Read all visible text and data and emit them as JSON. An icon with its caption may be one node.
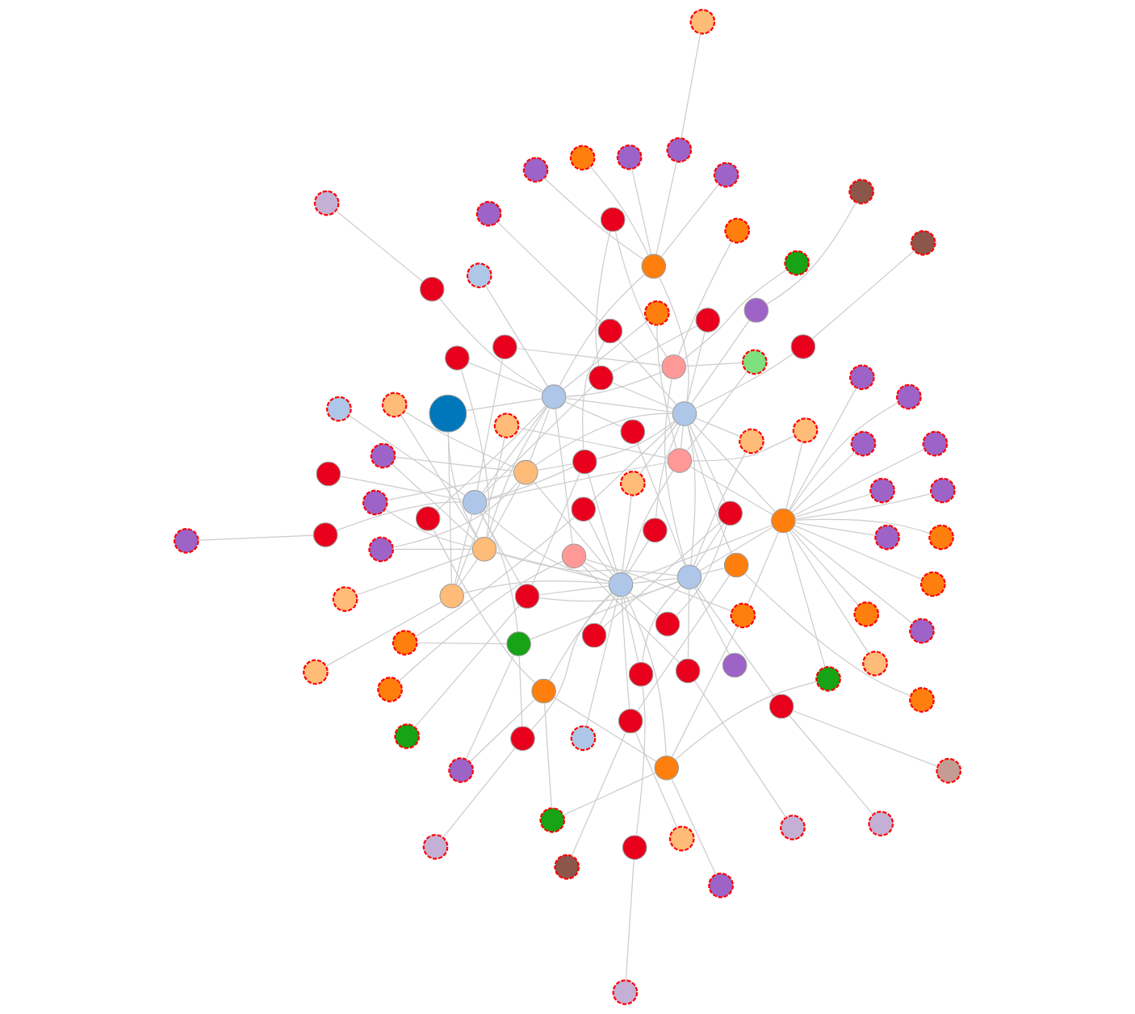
{
  "diagram": {
    "nodes": [
      {
        "text": [],
        "shape": "circle"
      },
      {
        "text": [],
        "shape": "circle"
      },
      {
        "text": [],
        "shape": "circle"
      },
      {
        "text": [],
        "shape": "circle"
      },
      {
        "text": [],
        "shape": "circle"
      },
      {
        "text": [],
        "shape": "circle"
      },
      {
        "text": [],
        "shape": "circle"
      },
      {
        "text": [],
        "shape": "circle"
      },
      {
        "text": [],
        "shape": "circle"
      },
      {
        "text": [],
        "shape": "circle"
      },
      {
        "text": [],
        "shape": "circle"
      },
      {
        "text": [],
        "shape": "circle"
      },
      {
        "text": [],
        "shape": "circle"
      },
      {
        "text": [],
        "shape": "circle"
      },
      {
        "text": [],
        "shape": "circle"
      },
      {
        "text": [],
        "shape": "circle"
      },
      {
        "text": [],
        "shape": "circle"
      },
      {
        "text": [],
        "shape": "circle"
      },
      {
        "text": [],
        "shape": "circle"
      },
      {
        "text": [],
        "shape": "circle"
      },
      {
        "text": [],
        "shape": "circle"
      },
      {
        "text": [],
        "shape": "circle"
      },
      {
        "text": [],
        "shape": "circle"
      },
      {
        "text": [],
        "shape": "circle"
      },
      {
        "text": [],
        "shape": "circle"
      },
      {
        "text": [],
        "shape": "circle"
      },
      {
        "text": [],
        "shape": "circle"
      },
      {
        "text": [],
        "shape": "circle"
      },
      {
        "text": [],
        "shape": "circle"
      },
      {
        "text": [],
        "shape": "circle"
      },
      {
        "text": [],
        "shape": "circle"
      },
      {
        "text": [],
        "shape": "circle"
      },
      {
        "text": [],
        "shape": "circle"
      },
      {
        "text": [],
        "shape": "circle"
      },
      {
        "text": [],
        "shape": "circle"
      },
      {
        "text": [],
        "shape": "circle"
      },
      {
        "text": [],
        "shape": "circle"
      },
      {
        "text": [],
        "shape": "circle"
      },
      {
        "text": [],
        "shape": "circle"
      },
      {
        "text": [],
        "shape": "circle"
      },
      {
        "text": [],
        "shape": "circle"
      },
      {
        "text": [],
        "shape": "circle"
      },
      {
        "text": [],
        "shape": "circle"
      },
      {
        "text": [],
        "shape": "circle"
      },
      {
        "text": [],
        "shape": "circle"
      },
      {
        "text": [],
        "shape": "circle"
      },
      {
        "text": [],
        "shape": "circle"
      },
      {
        "text": [],
        "shape": "circle"
      },
      {
        "text": [],
        "shape": "circle"
      },
      {
        "text": [],
        "shape": "circle"
      },
      {
        "text": [],
        "shape": "circle"
      },
      {
        "text": [],
        "shape": "circle"
      },
      {
        "text": [],
        "shape": "circle"
      },
      {
        "text": [],
        "shape": "circle"
      },
      {
        "text": [],
        "shape": "circle"
      },
      {
        "text": [],
        "shape": "circle"
      },
      {
        "text": [],
        "shape": "circle"
      },
      {
        "text": [],
        "shape": "circle"
      },
      {
        "text": [],
        "shape": "circle"
      },
      {
        "text": [],
        "shape": "circle"
      },
      {
        "text": [],
        "shape": "circle"
      },
      {
        "text": [],
        "shape": "circle"
      },
      {
        "text": [],
        "shape": "circle"
      },
      {
        "text": [],
        "shape": "circle"
      },
      {
        "text": [],
        "shape": "circle"
      },
      {
        "text": [],
        "shape": "circle"
      },
      {
        "text": [],
        "shape": "circle"
      },
      {
        "text": [],
        "shape": "circle"
      },
      {
        "text": [],
        "shape": "circle"
      },
      {
        "text": [],
        "shape": "circle"
      },
      {
        "text": [],
        "shape": "circle"
      },
      {
        "text": [],
        "shape": "circle"
      },
      {
        "text": [],
        "shape": "circle"
      },
      {
        "text": [],
        "shape": "circle"
      },
      {
        "text": [],
        "shape": "circle"
      },
      {
        "text": [],
        "shape": "circle"
      },
      {
        "text": [],
        "shape": "circle"
      },
      {
        "text": [],
        "shape": "circle"
      },
      {
        "text": [],
        "shape": "circle"
      },
      {
        "text": [],
        "shape": "circle"
      },
      {
        "text": [],
        "shape": "circle"
      },
      {
        "text": [],
        "shape": "circle"
      },
      {
        "text": [],
        "shape": "circle"
      },
      {
        "text": [],
        "shape": "circle"
      },
      {
        "text": [],
        "shape": "circle"
      },
      {
        "text": [],
        "shape": "circle"
      },
      {
        "text": [],
        "shape": "circle"
      },
      {
        "text": [],
        "shape": "circle"
      },
      {
        "text": [],
        "shape": "circle"
      },
      {
        "text": [],
        "shape": "circle"
      },
      {
        "text": [],
        "shape": "circle"
      },
      {
        "text": [],
        "shape": "circle"
      },
      {
        "text": [],
        "shape": "circle"
      },
      {
        "text": [],
        "shape": "circle"
      },
      {
        "text": [],
        "shape": "circle"
      },
      {
        "text": [],
        "shape": "circle"
      },
      {
        "text": [],
        "shape": "circle"
      },
      {
        "text": [],
        "shape": "circle"
      },
      {
        "text": [],
        "shape": "circle"
      },
      {
        "text": [],
        "shape": "circle"
      },
      {
        "text": [],
        "shape": "circle"
      }
    ],
    "edges": [
      {
        "from": 0,
        "to": 13,
        "arrow": "none"
      },
      {
        "from": 2,
        "to": 9,
        "arrow": "none"
      },
      {
        "from": 1,
        "to": 10,
        "arrow": "none"
      },
      {
        "from": 3,
        "to": 12,
        "arrow": "none"
      },
      {
        "from": 3,
        "to": 19,
        "arrow": "none"
      },
      {
        "from": 4,
        "to": 44,
        "arrow": "none"
      },
      {
        "from": 5,
        "to": 12,
        "arrow": "none"
      },
      {
        "from": 5,
        "to": 26,
        "arrow": "none"
      },
      {
        "from": 6,
        "to": 10,
        "arrow": "none"
      },
      {
        "from": 6,
        "to": 44,
        "arrow": "none"
      },
      {
        "from": 6,
        "to": 13,
        "arrow": "none"
      },
      {
        "from": 7,
        "to": 44,
        "arrow": "none"
      },
      {
        "from": 8,
        "to": 27,
        "arrow": "none"
      },
      {
        "from": 11,
        "to": 35,
        "arrow": "none"
      },
      {
        "from": 15,
        "to": 44,
        "arrow": "none"
      },
      {
        "from": 16,
        "to": 10,
        "arrow": "none"
      },
      {
        "from": 16,
        "to": 19,
        "arrow": "none"
      },
      {
        "from": 20,
        "to": 10,
        "arrow": "none"
      },
      {
        "from": 20,
        "to": 44,
        "arrow": "none"
      },
      {
        "from": 23,
        "to": 44,
        "arrow": "none"
      },
      {
        "from": 24,
        "to": 42,
        "arrow": "none"
      },
      {
        "from": 25,
        "to": 45,
        "arrow": "none"
      },
      {
        "from": 29,
        "to": 47,
        "arrow": "none"
      },
      {
        "from": 31,
        "to": 35,
        "arrow": "none"
      },
      {
        "from": 32,
        "to": 44,
        "arrow": "none"
      },
      {
        "from": 33,
        "to": 44,
        "arrow": "none"
      },
      {
        "from": 40,
        "to": 44,
        "arrow": "none"
      },
      {
        "from": 41,
        "to": 45,
        "arrow": "none"
      },
      {
        "from": 48,
        "to": 44,
        "arrow": "none"
      },
      {
        "from": 49,
        "to": 55,
        "arrow": "none"
      },
      {
        "from": 52,
        "to": 44,
        "arrow": "none"
      },
      {
        "from": 53,
        "to": 28,
        "arrow": "none"
      },
      {
        "from": 53,
        "to": 60,
        "arrow": "none"
      },
      {
        "from": 54,
        "to": 60,
        "arrow": "none"
      },
      {
        "from": 54,
        "to": 36,
        "arrow": "none"
      },
      {
        "from": 56,
        "to": 36,
        "arrow": "none"
      },
      {
        "from": 57,
        "to": 62,
        "arrow": "none"
      },
      {
        "from": 61,
        "to": 76,
        "arrow": "none"
      },
      {
        "from": 58,
        "to": 51,
        "arrow": "none"
      },
      {
        "from": 64,
        "to": 44,
        "arrow": "none"
      },
      {
        "from": 67,
        "to": 59,
        "arrow": "none"
      },
      {
        "from": 68,
        "to": 44,
        "arrow": "none"
      },
      {
        "from": 68,
        "to": 80,
        "arrow": "none"
      },
      {
        "from": 69,
        "to": 47,
        "arrow": "none"
      },
      {
        "from": 71,
        "to": 44,
        "arrow": "none"
      },
      {
        "from": 72,
        "to": 44,
        "arrow": "none"
      },
      {
        "from": 73,
        "to": 63,
        "arrow": "none"
      },
      {
        "from": 77,
        "to": 50,
        "arrow": "none"
      },
      {
        "from": 79,
        "to": 65,
        "arrow": "none"
      },
      {
        "from": 81,
        "to": 50,
        "arrow": "none"
      },
      {
        "from": 82,
        "to": 50,
        "arrow": "none"
      },
      {
        "from": 84,
        "to": 50,
        "arrow": "none"
      },
      {
        "from": 85,
        "to": 70,
        "arrow": "none"
      },
      {
        "from": 86,
        "to": 76,
        "arrow": "none"
      },
      {
        "from": 86,
        "to": 80,
        "arrow": "none"
      },
      {
        "from": 87,
        "to": 50,
        "arrow": "none"
      },
      {
        "from": 89,
        "to": 74,
        "arrow": "none"
      },
      {
        "from": 92,
        "to": 87,
        "arrow": "none"
      },
      {
        "from": 93,
        "to": 80,
        "arrow": "none"
      },
      {
        "from": 93,
        "to": 47,
        "arrow": "none"
      },
      {
        "from": 94,
        "to": 91,
        "arrow": "none"
      },
      {
        "from": 94,
        "to": 80,
        "arrow": "none"
      },
      {
        "from": 95,
        "to": 90,
        "arrow": "none"
      },
      {
        "from": 96,
        "to": 83,
        "arrow": "none"
      },
      {
        "from": 96,
        "to": 90,
        "arrow": "none"
      },
      {
        "from": 97,
        "to": 83,
        "arrow": "none"
      },
      {
        "from": 97,
        "to": 90,
        "arrow": "none"
      },
      {
        "from": 98,
        "to": 90,
        "arrow": "none"
      },
      {
        "from": 98,
        "to": 83,
        "arrow": "none"
      },
      {
        "from": 99,
        "to": 83,
        "arrow": "none"
      },
      {
        "from": 99,
        "to": 90,
        "arrow": "none"
      },
      {
        "from": 100,
        "to": 91,
        "arrow": "none"
      },
      {
        "from": 27,
        "to": 28,
        "arrow": "none"
      },
      {
        "from": 27,
        "to": 36,
        "arrow": "none"
      },
      {
        "from": 27,
        "to": 14,
        "arrow": "none"
      },
      {
        "from": 27,
        "to": 62,
        "arrow": "none"
      },
      {
        "from": 34,
        "to": 22,
        "arrow": "none"
      },
      {
        "from": 34,
        "to": 60,
        "arrow": "none"
      },
      {
        "from": 35,
        "to": 28,
        "arrow": "none"
      },
      {
        "from": 37,
        "to": 36,
        "arrow": "none"
      },
      {
        "from": 37,
        "to": 21,
        "arrow": "none"
      },
      {
        "from": 42,
        "to": 60,
        "arrow": "none"
      },
      {
        "from": 42,
        "to": 14,
        "arrow": "none"
      },
      {
        "from": 43,
        "to": 62,
        "arrow": "none"
      },
      {
        "from": 43,
        "to": 47,
        "arrow": "none"
      },
      {
        "from": 45,
        "to": 36,
        "arrow": "none"
      },
      {
        "from": 45,
        "to": 9,
        "arrow": "none"
      },
      {
        "from": 46,
        "to": 76,
        "arrow": "none"
      },
      {
        "from": 46,
        "to": 19,
        "arrow": "none"
      },
      {
        "from": 51,
        "to": 28,
        "arrow": "none"
      },
      {
        "from": 51,
        "to": 13,
        "arrow": "none"
      },
      {
        "from": 55,
        "to": 62,
        "arrow": "none"
      },
      {
        "from": 59,
        "to": 36,
        "arrow": "none"
      },
      {
        "from": 59,
        "to": 12,
        "arrow": "none"
      },
      {
        "from": 63,
        "to": 76,
        "arrow": "none"
      },
      {
        "from": 65,
        "to": 60,
        "arrow": "none"
      },
      {
        "from": 66,
        "to": 47,
        "arrow": "none"
      },
      {
        "from": 66,
        "to": 22,
        "arrow": "none"
      },
      {
        "from": 70,
        "to": 78,
        "arrow": "none"
      },
      {
        "from": 75,
        "to": 76,
        "arrow": "none"
      },
      {
        "from": 75,
        "to": 90,
        "arrow": "none"
      },
      {
        "from": 74,
        "to": 60,
        "arrow": "none"
      },
      {
        "from": 17,
        "to": 28,
        "arrow": "none"
      },
      {
        "from": 18,
        "to": 36,
        "arrow": "none"
      },
      {
        "from": 18,
        "to": 21,
        "arrow": "none"
      },
      {
        "from": 14,
        "to": 36,
        "arrow": "none"
      },
      {
        "from": 14,
        "to": 62,
        "arrow": "none"
      },
      {
        "from": 14,
        "to": 60,
        "arrow": "none"
      },
      {
        "from": 9,
        "to": 28,
        "arrow": "none"
      },
      {
        "from": 9,
        "to": 60,
        "arrow": "none"
      },
      {
        "from": 12,
        "to": 28,
        "arrow": "none"
      },
      {
        "from": 12,
        "to": 62,
        "arrow": "none"
      },
      {
        "from": 13,
        "to": 36,
        "arrow": "none"
      },
      {
        "from": 13,
        "to": 76,
        "arrow": "none"
      },
      {
        "from": 10,
        "to": 36,
        "arrow": "none"
      },
      {
        "from": 10,
        "to": 19,
        "arrow": "none"
      },
      {
        "from": 22,
        "to": 60,
        "arrow": "none"
      },
      {
        "from": 22,
        "to": 62,
        "arrow": "none"
      },
      {
        "from": 21,
        "to": 28,
        "arrow": "none"
      },
      {
        "from": 21,
        "to": 60,
        "arrow": "none"
      },
      {
        "from": 26,
        "to": 36,
        "arrow": "none"
      },
      {
        "from": 26,
        "to": 60,
        "arrow": "none"
      },
      {
        "from": 30,
        "to": 28,
        "arrow": "none"
      },
      {
        "from": 30,
        "to": 76,
        "arrow": "none"
      },
      {
        "from": 38,
        "to": 36,
        "arrow": "none"
      },
      {
        "from": 38,
        "to": 60,
        "arrow": "none"
      },
      {
        "from": 39,
        "to": 62,
        "arrow": "none"
      },
      {
        "from": 44,
        "to": 36,
        "arrow": "none"
      },
      {
        "from": 44,
        "to": 60,
        "arrow": "none"
      },
      {
        "from": 44,
        "to": 28,
        "arrow": "none"
      },
      {
        "from": 47,
        "to": 28,
        "arrow": "none"
      },
      {
        "from": 47,
        "to": 76,
        "arrow": "none"
      },
      {
        "from": 50,
        "to": 60,
        "arrow": "none"
      },
      {
        "from": 50,
        "to": 76,
        "arrow": "none"
      },
      {
        "from": 19,
        "to": 36,
        "arrow": "none"
      },
      {
        "from": 28,
        "to": 36,
        "arrow": "none"
      },
      {
        "from": 28,
        "to": 60,
        "arrow": "none"
      },
      {
        "from": 36,
        "to": 62,
        "arrow": "none"
      },
      {
        "from": 60,
        "to": 76,
        "arrow": "none"
      },
      {
        "from": 62,
        "to": 76,
        "arrow": "none"
      },
      {
        "from": 78,
        "to": 36,
        "arrow": "none"
      },
      {
        "from": 78,
        "to": 28,
        "arrow": "none"
      },
      {
        "from": 83,
        "to": 36,
        "arrow": "none"
      },
      {
        "from": 83,
        "to": 60,
        "arrow": "none"
      },
      {
        "from": 83,
        "to": 76,
        "arrow": "none"
      },
      {
        "from": 83,
        "to": 14,
        "arrow": "none"
      },
      {
        "from": 90,
        "to": 28,
        "arrow": "none"
      },
      {
        "from": 90,
        "to": 76,
        "arrow": "none"
      },
      {
        "from": 90,
        "to": 36,
        "arrow": "none"
      },
      {
        "from": 90,
        "to": 88,
        "arrow": "none"
      },
      {
        "from": 91,
        "to": 36,
        "arrow": "none"
      },
      {
        "from": 91,
        "to": 62,
        "arrow": "none"
      },
      {
        "from": 91,
        "to": 88,
        "arrow": "none"
      },
      {
        "from": 80,
        "to": 36,
        "arrow": "none"
      },
      {
        "from": 80,
        "to": 60,
        "arrow": "none"
      },
      {
        "from": 80,
        "to": 62,
        "arrow": "none"
      },
      {
        "from": 80,
        "to": 44,
        "arrow": "none"
      },
      {
        "from": 88,
        "to": 76,
        "arrow": "none"
      },
      {
        "from": 91,
        "to": 90,
        "arrow": "none"
      },
      {
        "from": 83,
        "to": 90,
        "arrow": "none"
      }
    ]
  }
}
